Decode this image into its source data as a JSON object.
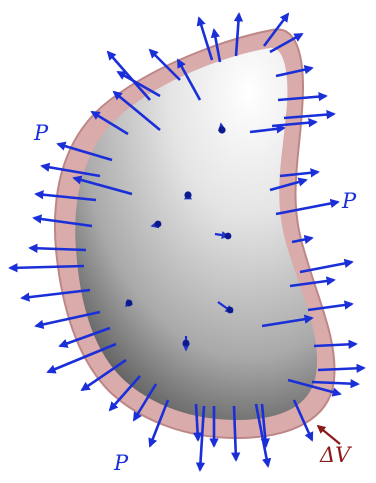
{
  "labels": {
    "pressure_top": "P",
    "pressure_right": "P",
    "pressure_bottom": "P",
    "volume_change": "ΔV"
  },
  "colors": {
    "arrow": "#1a2fd8",
    "arrow_dark": "#0d1a8f",
    "shell_fill": "#d7a4a4",
    "shell_edge": "#b97d7d",
    "body_light": "#f4f4f4",
    "body_dark": "#6e6e6e",
    "label_blue": "#1a2fd8",
    "label_red": "#8b1a1a"
  }
}
